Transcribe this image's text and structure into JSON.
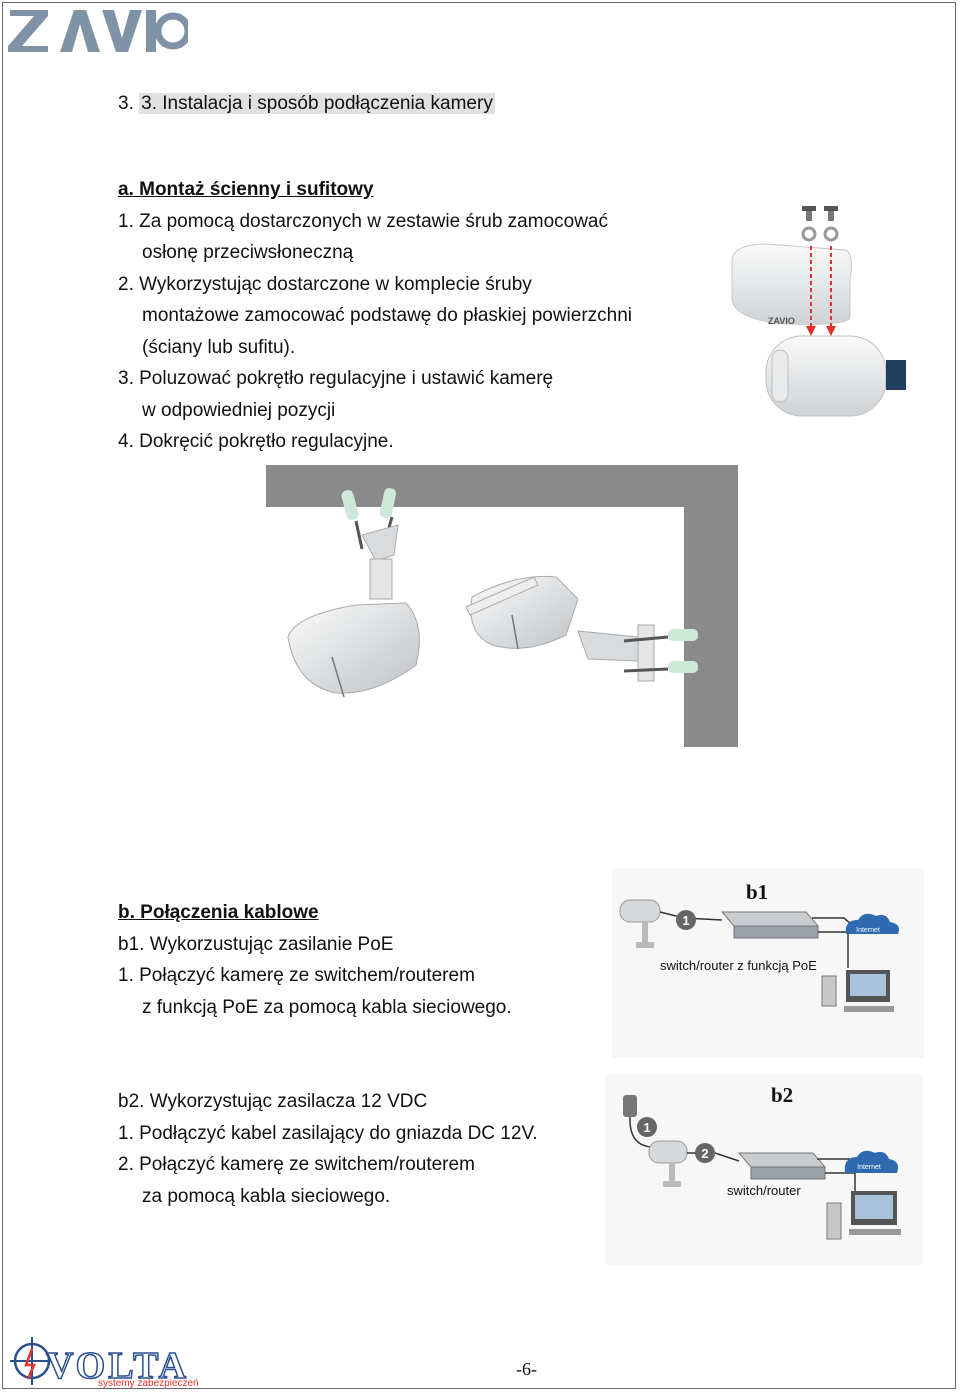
{
  "header": {
    "logo": "ZAVIO"
  },
  "section": {
    "title": "3. Instalacja i sposób podłączenia kamery",
    "a": {
      "title": "a. Montaż ścienny i sufitowy",
      "lines": [
        "1. Za pomocą dostarczonych w zestawie śrub zamocować",
        "osłonę przeciwsłoneczną",
        "2. Wykorzystując dostarczone w komplecie śruby",
        "montażowe zamocować podstawę do płaskiej powierzchni",
        "(ściany lub sufitu).",
        "3. Poluzować pokrętło regulacyjne i ustawić kamerę",
        "w odpowiedniej pozycji",
        "4. Dokręcić pokrętło regulacyjne."
      ],
      "camera_brand": "ZAVIO"
    },
    "b": {
      "title": "b. Połączenia kablowe",
      "b1": {
        "title": "b1. Wykorzustując zasilanie PoE",
        "lines": [
          "1. Połączyć kamerę ze switchem/routerem",
          "z funkcją PoE za pomocą kabla sieciowego."
        ],
        "figure": {
          "label": "b1",
          "step1": "1",
          "switch_label": "switch/router z funkcją PoE",
          "cloud_label": "Internet"
        }
      },
      "b2": {
        "title": "b2. Wykorzystując zasilacza 12 VDC",
        "lines": [
          "1. Podłączyć kabel zasilający do gniazda DC 12V.",
          "2. Połączyć kamerę ze switchem/routerem",
          "za pomocą kabla sieciowego."
        ],
        "figure": {
          "label": "b2",
          "step1": "1",
          "step2": "2",
          "switch_label": "switch/router",
          "cloud_label": "Internet"
        }
      }
    }
  },
  "footer": {
    "logo_name": "VOLTA",
    "logo_tagline": "systemy zabezpieczeń",
    "page_number": "-6-"
  },
  "colors": {
    "zavio_logo": "#7f92a6",
    "arrow": "#e8302a",
    "volta_blue": "#2b4f8f",
    "wall_gray": "#8a8a8a"
  }
}
